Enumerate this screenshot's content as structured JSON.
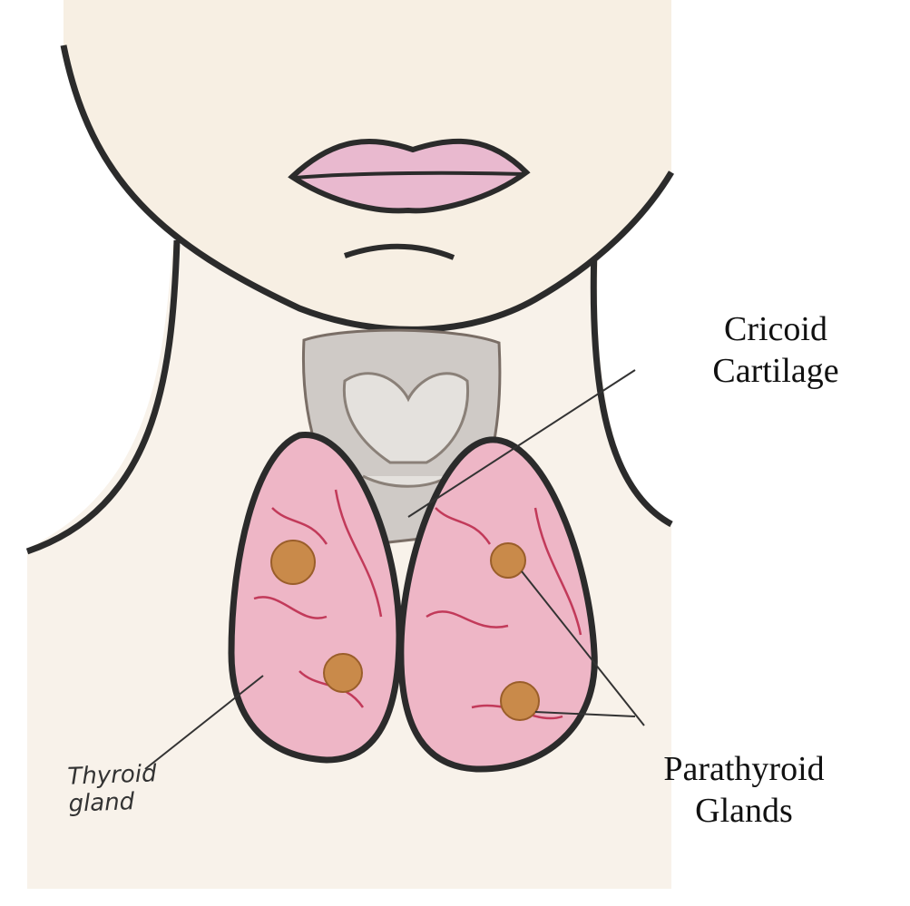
{
  "labels": {
    "cricoid": [
      "Cricoid",
      "Cartilage"
    ],
    "parathyroid": [
      "Parathyroid",
      "Glands"
    ],
    "thyroid": [
      "Thyroid",
      "gland"
    ]
  },
  "colors": {
    "outline": "#2b2b2b",
    "skin": "#f7efe3",
    "lips": "#e9b9cf",
    "thyroid": "#eeb6c6",
    "vessels": "#c23a5a",
    "parathyroid": "#c98a4a",
    "cartilage": "#cfcac6"
  }
}
